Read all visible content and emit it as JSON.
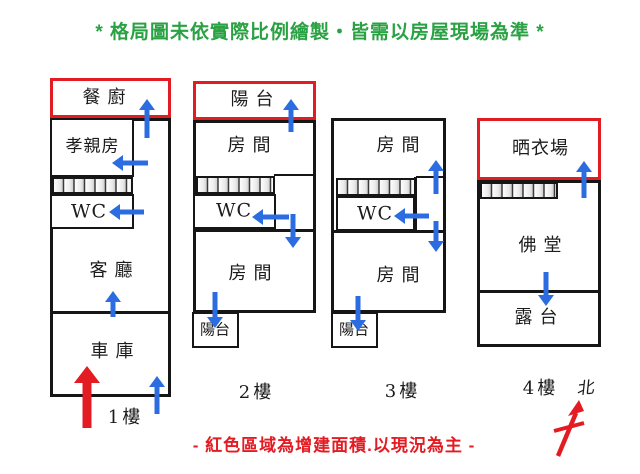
{
  "page": {
    "disclaimer_top": "* 格局圖未依實際比例繪製‧皆需以房屋現場為準 *",
    "disclaimer_bottom": "- 紅色區域為增建面積.以現況為主 -"
  },
  "colors": {
    "addition_red": "#e31c23",
    "arrow_blue": "#2b6ce0",
    "disclaimer_green": "#2aa143",
    "wall_black": "#161616"
  },
  "compass": {
    "north_label": "北"
  },
  "floors": {
    "f1": {
      "label": "1樓",
      "annex_kitchen": "餐廚",
      "elder_room": "孝親房",
      "wc": "WC",
      "living_room": "客廳",
      "garage": "車庫"
    },
    "f2": {
      "label": "2樓",
      "annex_balcony": "陽台",
      "room_top": "房間",
      "wc": "WC",
      "room_bottom": "房間",
      "balcony": "陽台"
    },
    "f3": {
      "label": "3樓",
      "room_top": "房間",
      "wc": "WC",
      "room_bottom": "房間",
      "balcony": "陽台"
    },
    "f4": {
      "label": "4樓",
      "annex_drying_area": "晒衣場",
      "buddhist_hall": "佛堂",
      "terrace": "露台"
    }
  }
}
